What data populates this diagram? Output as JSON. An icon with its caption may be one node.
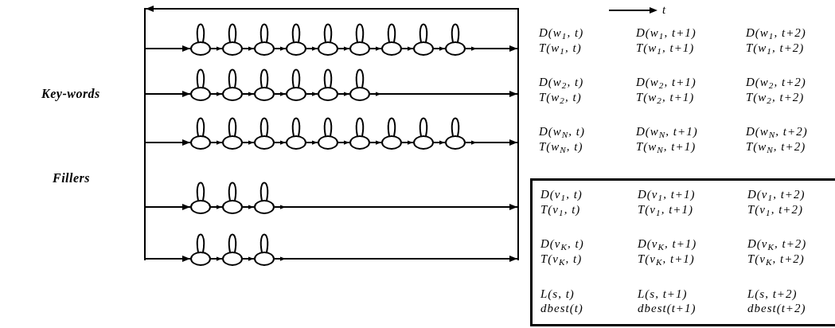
{
  "diagram": {
    "nodes": [
      {
        "text": [],
        "shape": "bar"
      },
      {
        "text": [],
        "shape": "bar"
      },
      {
        "text": [],
        "shape": "ellipse"
      },
      {
        "text": [],
        "shape": "ellipse"
      },
      {
        "text": [],
        "shape": "ellipse"
      },
      {
        "text": [],
        "shape": "ellipse"
      },
      {
        "text": [],
        "shape": "ellipse"
      },
      {
        "text": [],
        "shape": "ellipse"
      },
      {
        "text": [],
        "shape": "ellipse"
      },
      {
        "text": [],
        "shape": "ellipse"
      },
      {
        "text": [],
        "shape": "ellipse"
      },
      {
        "text": [],
        "shape": "ellipse"
      },
      {
        "text": [],
        "shape": "ellipse"
      },
      {
        "text": [],
        "shape": "ellipse"
      },
      {
        "text": [],
        "shape": "ellipse"
      },
      {
        "text": [],
        "shape": "ellipse"
      },
      {
        "text": [],
        "shape": "ellipse"
      },
      {
        "text": [],
        "shape": "ellipse"
      },
      {
        "text": [],
        "shape": "ellipse"
      },
      {
        "text": [],
        "shape": "ellipse"
      },
      {
        "text": [],
        "shape": "ellipse"
      },
      {
        "text": [],
        "shape": "ellipse"
      },
      {
        "text": [],
        "shape": "ellipse"
      },
      {
        "text": [],
        "shape": "ellipse"
      },
      {
        "text": [],
        "shape": "ellipse"
      },
      {
        "text": [],
        "shape": "ellipse"
      },
      {
        "text": [],
        "shape": "ellipse"
      },
      {
        "text": [],
        "shape": "ellipse"
      },
      {
        "text": [],
        "shape": "ellipse"
      },
      {
        "text": [],
        "shape": "ellipse"
      },
      {
        "text": [],
        "shape": "ellipse"
      },
      {
        "text": [],
        "shape": "ellipse"
      },
      {
        "text": [
          "D(v$_{1}$, t)",
          "D(v$_{1}$, t+1)",
          "D(v$_{1}$, t+2)",
          "T(v$_{1}$, t)",
          "T(v$_{1}$, t+1)",
          "T(v$_{1}$, t+2)",
          "D(v$_{K}$, t)",
          "D(v$_{K}$, t+1)",
          "D(v$_{K}$, t+2)",
          "T(v$_{K}$, t)",
          "T(v$_{K}$, t+1)",
          "T(v$_{K}$, t+2)",
          "L(s, t)",
          "L(s, t+1)",
          "L(s, t+2)",
          "dbest(t)",
          "dbest(t+1)",
          "dbest(t+2)"
        ]
      }
    ],
    "edges": [
      {
        "from": 1,
        "to": 0,
        "arrow": "to"
      },
      {
        "from": 0,
        "to": 2,
        "arrow": "to"
      },
      {
        "from": 2,
        "to": 2,
        "arrow": "none"
      },
      {
        "from": 2,
        "to": 3,
        "arrow": "to"
      },
      {
        "from": 3,
        "to": 3,
        "arrow": "none"
      },
      {
        "from": 3,
        "to": 4,
        "arrow": "to"
      },
      {
        "from": 4,
        "to": 4,
        "arrow": "none"
      },
      {
        "from": 4,
        "to": 5,
        "arrow": "to"
      },
      {
        "from": 5,
        "to": 5,
        "arrow": "none"
      },
      {
        "from": 5,
        "to": 6,
        "arrow": "to"
      },
      {
        "from": 6,
        "to": 6,
        "arrow": "none"
      },
      {
        "from": 6,
        "to": 7,
        "arrow": "to"
      },
      {
        "from": 7,
        "to": 7,
        "arrow": "none"
      },
      {
        "from": 7,
        "to": 8,
        "arrow": "to"
      },
      {
        "from": 8,
        "to": 8,
        "arrow": "none"
      },
      {
        "from": 8,
        "to": 9,
        "arrow": "to"
      },
      {
        "from": 9,
        "to": 9,
        "arrow": "none"
      },
      {
        "from": 9,
        "to": 10,
        "arrow": "to"
      },
      {
        "from": 10,
        "to": 10,
        "arrow": "none"
      },
      {
        "from": 10,
        "to": 1,
        "arrow": "to"
      },
      {
        "from": 0,
        "to": 11,
        "arrow": "to"
      },
      {
        "from": 11,
        "to": 11,
        "arrow": "none"
      },
      {
        "from": 11,
        "to": 12,
        "arrow": "to"
      },
      {
        "from": 12,
        "to": 12,
        "arrow": "none"
      },
      {
        "from": 12,
        "to": 13,
        "arrow": "to"
      },
      {
        "from": 13,
        "to": 13,
        "arrow": "none"
      },
      {
        "from": 13,
        "to": 14,
        "arrow": "to"
      },
      {
        "from": 14,
        "to": 14,
        "arrow": "none"
      },
      {
        "from": 14,
        "to": 15,
        "arrow": "to"
      },
      {
        "from": 15,
        "to": 15,
        "arrow": "none"
      },
      {
        "from": 15,
        "to": 16,
        "arrow": "to"
      },
      {
        "from": 16,
        "to": 16,
        "arrow": "none"
      },
      {
        "from": 16,
        "to": 1,
        "arrow": "to"
      },
      {
        "from": 0,
        "to": 17,
        "arrow": "to"
      },
      {
        "from": 17,
        "to": 17,
        "arrow": "none"
      },
      {
        "from": 17,
        "to": 18,
        "arrow": "to"
      },
      {
        "from": 18,
        "to": 18,
        "arrow": "none"
      },
      {
        "from": 18,
        "to": 19,
        "arrow": "to"
      },
      {
        "from": 19,
        "to": 19,
        "arrow": "none"
      },
      {
        "from": 19,
        "to": 20,
        "arrow": "to"
      },
      {
        "from": 20,
        "to": 20,
        "arrow": "none"
      },
      {
        "from": 20,
        "to": 21,
        "arrow": "to"
      },
      {
        "from": 21,
        "to": 21,
        "arrow": "none"
      },
      {
        "from": 21,
        "to": 22,
        "arrow": "to"
      },
      {
        "from": 22,
        "to": 22,
        "arrow": "none"
      },
      {
        "from": 22,
        "to": 23,
        "arrow": "to"
      },
      {
        "from": 23,
        "to": 23,
        "arrow": "none"
      },
      {
        "from": 23,
        "to": 24,
        "arrow": "to"
      },
      {
        "from": 24,
        "to": 24,
        "arrow": "none"
      },
      {
        "from": 24,
        "to": 25,
        "arrow": "to"
      },
      {
        "from": 25,
        "to": 25,
        "arrow": "none"
      },
      {
        "from": 25,
        "to": 1,
        "arrow": "to"
      },
      {
        "from": 0,
        "to": 26,
        "arrow": "to"
      },
      {
        "from": 26,
        "to": 26,
        "arrow": "none"
      },
      {
        "from": 26,
        "to": 27,
        "arrow": "to"
      },
      {
        "from": 27,
        "to": 27,
        "arrow": "none"
      },
      {
        "from": 27,
        "to": 28,
        "arrow": "to"
      },
      {
        "from": 28,
        "to": 28,
        "arrow": "none"
      },
      {
        "from": 28,
        "to": 1,
        "arrow": "to"
      },
      {
        "from": 0,
        "to": 29,
        "arrow": "to"
      },
      {
        "from": 29,
        "to": 29,
        "arrow": "none"
      },
      {
        "from": 29,
        "to": 30,
        "arrow": "to"
      },
      {
        "from": 30,
        "to": 30,
        "arrow": "none"
      },
      {
        "from": 30,
        "to": 31,
        "arrow": "to"
      },
      {
        "from": 31,
        "to": 31,
        "arrow": "none"
      },
      {
        "from": 31,
        "to": 1,
        "arrow": "to"
      }
    ],
    "labels": [
      "t",
      "Key-words",
      "Fillers",
      "D(w$_{1}$, t)",
      "D(w$_{1}$, t+1)",
      "D(w$_{1}$, t+2)",
      "T(w$_{1}$, t)",
      "T(w$_{1}$, t+1)",
      "T(w$_{1}$, t+2)",
      "D(w$_{2}$, t)",
      "D(w$_{2}$, t+1)",
      "D(w$_{2}$, t+2)",
      "T(w$_{2}$, t)",
      "T(w$_{2}$, t+1)",
      "T(w$_{2}$, t+2)",
      "D(w$_{N}$, t)",
      "D(w$_{N}$, t+1)",
      "D(w$_{N}$, t+2)",
      "T(w$_{N}$, t)",
      "T(w$_{N}$, t+1)",
      "T(w$_{N}$, t+2)"
    ]
  }
}
